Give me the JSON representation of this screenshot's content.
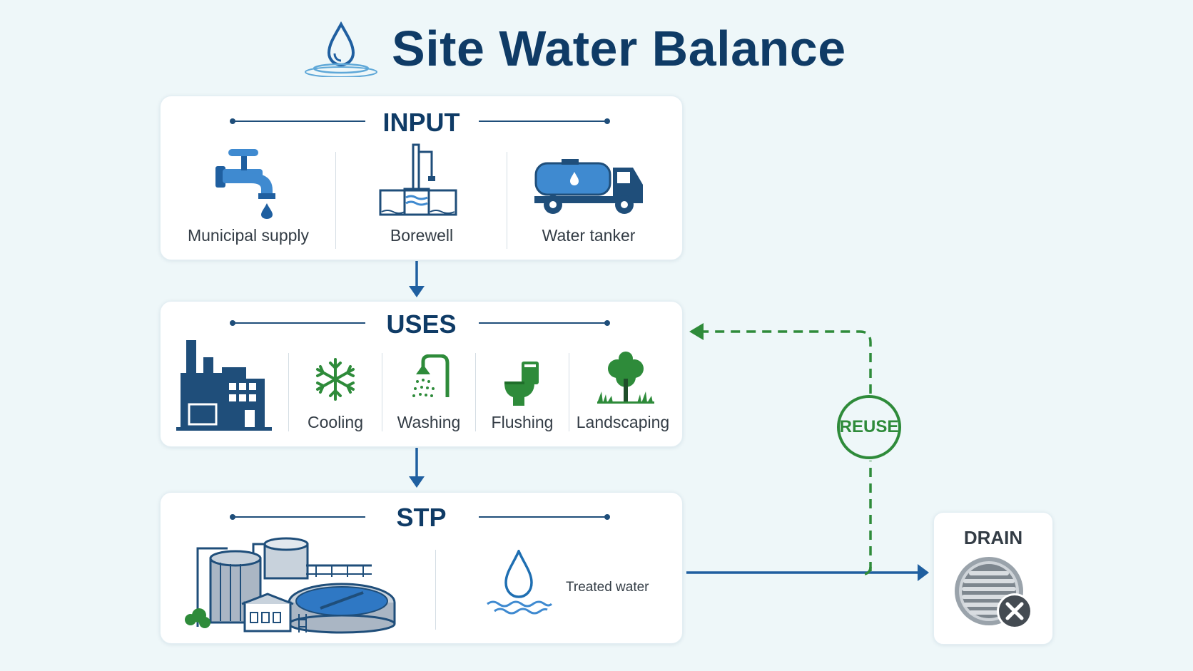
{
  "title": "Site Water Balance",
  "colors": {
    "primary": "#0f3b66",
    "accent_blue": "#1f6fb2",
    "reuse_green": "#2e8b3a",
    "background": "#eef7f9"
  },
  "input": {
    "title": "INPUT",
    "items": [
      {
        "label": "Municipal supply",
        "icon": "tap-icon"
      },
      {
        "label": "Borewell",
        "icon": "borewell-icon"
      },
      {
        "label": "Water tanker",
        "icon": "water-tanker-icon"
      }
    ]
  },
  "uses": {
    "title": "USES",
    "items": [
      {
        "label": "",
        "icon": "factory-icon"
      },
      {
        "label": "Cooling",
        "icon": "snowflake-icon"
      },
      {
        "label": "Washing",
        "icon": "shower-icon"
      },
      {
        "label": "Flushing",
        "icon": "toilet-icon"
      },
      {
        "label": "Landscaping",
        "icon": "tree-icon"
      }
    ]
  },
  "stp": {
    "title": "STP",
    "items": [
      {
        "label": "",
        "icon": "treatment-plant-icon"
      },
      {
        "label": "Treated water",
        "icon": "water-drop-icon"
      }
    ]
  },
  "reuse": {
    "label": "REUSE"
  },
  "drain": {
    "label": "DRAIN",
    "icon": "drain-blocked-icon"
  }
}
